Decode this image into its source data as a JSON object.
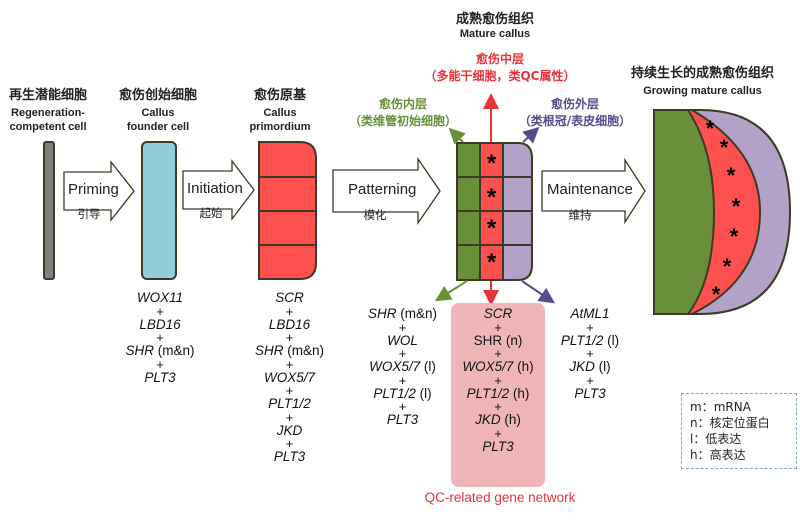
{
  "colors": {
    "gray_cell": "#7f7f7f",
    "founder_cell": "#92cddc",
    "primordium": "#ff5050",
    "inner_layer": "#6a8f3a",
    "middle_layer": "#ff5050",
    "outer_layer": "#b3a2c7",
    "outline": "#3d3a26",
    "red_text": "#e8333a",
    "green_text": "#6a8f3a",
    "purple_text": "#5b4a8f",
    "qc_box": "#f0b5b8",
    "legend_border": "#7ba7d7"
  },
  "stages": [
    {
      "zh": "再生潜能细胞",
      "en": [
        "Regeneration-",
        "competent cell"
      ]
    },
    {
      "zh": "愈伤创始细胞",
      "en": [
        "Callus",
        "founder cell"
      ]
    },
    {
      "zh": "愈伤原基",
      "en": [
        "Callus",
        "primordium"
      ]
    },
    {
      "zh": "成熟愈伤组织",
      "en": [
        "Mature callus"
      ]
    },
    {
      "zh": "持续生长的成熟愈伤组织",
      "en": [
        "Growing mature callus"
      ]
    }
  ],
  "arrows": [
    {
      "label": "Priming",
      "sub": "引导"
    },
    {
      "label": "Initiation",
      "sub": "起始"
    },
    {
      "label": "Patterning",
      "sub": "模化"
    },
    {
      "label": "Maintenance",
      "sub": "维持"
    }
  ],
  "layers": {
    "middle": {
      "line1": "愈伤中层",
      "line2": "（多能干细胞，类QC属性）"
    },
    "inner": {
      "line1": "愈伤内层",
      "line2": "（类维管初始细胞）"
    },
    "outer": {
      "line1": "愈伤外层",
      "line2": "（类根冠/表皮细胞）"
    }
  },
  "star_symbol": "*",
  "gene_lists": {
    "founder": [
      {
        "gene": "WOX11",
        "note": ""
      },
      {
        "gene": "LBD16",
        "note": ""
      },
      {
        "gene": "SHR",
        "note": " (m&n)"
      },
      {
        "gene": "PLT3",
        "note": ""
      }
    ],
    "primordium": [
      {
        "gene": "SCR",
        "note": ""
      },
      {
        "gene": "LBD16",
        "note": ""
      },
      {
        "gene": "SHR",
        "note": " (m&n)"
      },
      {
        "gene": "WOX5/7",
        "note": ""
      },
      {
        "gene": "PLT1/2",
        "note": ""
      },
      {
        "gene": "JKD",
        "note": ""
      },
      {
        "gene": "PLT3",
        "note": ""
      }
    ],
    "inner": [
      {
        "gene": "SHR",
        "note": " (m&n)"
      },
      {
        "gene": "WOL",
        "note": ""
      },
      {
        "gene": "WOX5/7",
        "note": " (l)"
      },
      {
        "gene": "PLT1/2",
        "note": " (l)"
      },
      {
        "gene": "PLT3",
        "note": ""
      }
    ],
    "middle": [
      {
        "gene": "SCR",
        "note": ""
      },
      {
        "gene": "",
        "note": "SHR (n)"
      },
      {
        "gene": "WOX5/7",
        "note": " (h)"
      },
      {
        "gene": "PLT1/2",
        "note": " (h)"
      },
      {
        "gene": "JKD",
        "note": " (h)"
      },
      {
        "gene": "PLT3",
        "note": ""
      }
    ],
    "outer": [
      {
        "gene": "AtML1",
        "note": ""
      },
      {
        "gene": "PLT1/2",
        "note": " (l)"
      },
      {
        "gene": "JKD",
        "note": " (l)"
      },
      {
        "gene": "PLT3",
        "note": ""
      }
    ]
  },
  "plus_sign": "+",
  "qc_network_label": "QC-related gene network",
  "legend": [
    "m：mRNA",
    "n：核定位蛋白",
    "l：低表达",
    "h：高表达"
  ]
}
